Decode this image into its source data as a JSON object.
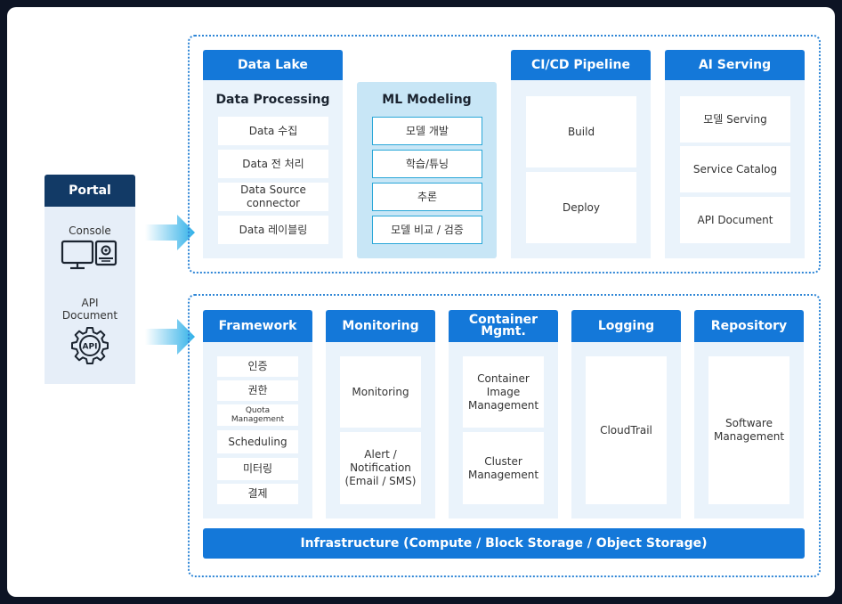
{
  "portal": {
    "title": "Portal",
    "console_label": "Console",
    "api_document_label": "API\nDocument",
    "api_badge": "API"
  },
  "top": {
    "data_lake": {
      "header": "Data Lake",
      "subtitle": "Data Processing",
      "items": [
        "Data 수집",
        "Data 전 처리",
        "Data Source\nconnector",
        "Data 레이블링"
      ]
    },
    "ml_modeling": {
      "title": "ML Modeling",
      "items": [
        "모델 개발",
        "학습/튜닝",
        "추론",
        "모델 비교 / 검증"
      ]
    },
    "cicd": {
      "header": "CI/CD Pipeline",
      "items": [
        "Build",
        "Deploy"
      ]
    },
    "ai_serving": {
      "header": "AI Serving",
      "items": [
        "모델 Serving",
        "Service Catalog",
        "API Document"
      ]
    }
  },
  "bottom": {
    "framework": {
      "header": "Framework",
      "items": [
        "인증",
        "권한",
        "Quota\nManagement",
        "Scheduling",
        "미터링",
        "결제"
      ]
    },
    "monitoring": {
      "header": "Monitoring",
      "items": [
        "Monitoring",
        "Alert /\nNotification\n(Email / SMS)"
      ]
    },
    "container": {
      "header": "Container\nMgmt.",
      "items": [
        "Container\nImage\nManagement",
        "Cluster\nManagement"
      ]
    },
    "logging": {
      "header": "Logging",
      "items": [
        "CloudTrail"
      ]
    },
    "repository": {
      "header": "Repository",
      "items": [
        "Software\nManagement"
      ]
    },
    "infrastructure": "Infrastructure (Compute / Block Storage / Object Storage)"
  },
  "colors": {
    "background": "#0d1424",
    "accent_blue": "#1478d9",
    "portal_navy": "#123a66",
    "panel_light": "#eaf3fb",
    "ml_panel": "#c8e6f6",
    "dotted_border": "#2f86d6",
    "arrow": "#2fb0e8"
  },
  "icons": [
    "monitor-icon",
    "console-terminal-icon",
    "api-gear-icon",
    "arrow-right-icon"
  ]
}
